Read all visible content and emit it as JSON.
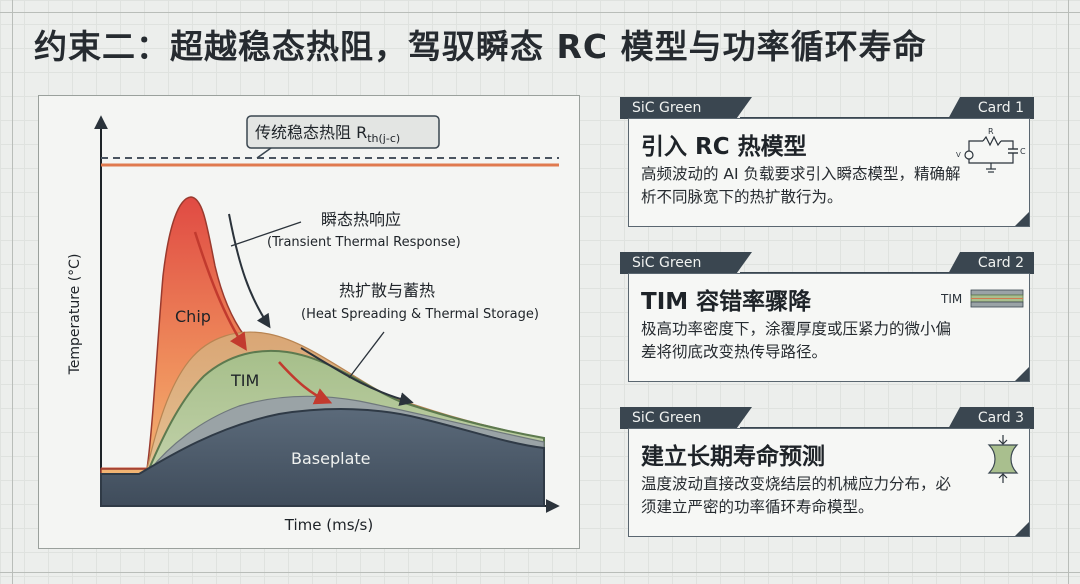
{
  "title": "约束二：超越稳态热阻，驾驭瞬态 RC 模型与功率循环寿命",
  "diagram": {
    "y_axis_label": "Temperature (°C)",
    "x_axis_label": "Time (ms/s)",
    "steady_label_main": "传统稳态热阻 R",
    "steady_label_sub": "th(j-c)",
    "transient_cn": "瞬态热响应",
    "transient_en": "(Transient Thermal Response)",
    "spreading_cn": "热扩散与蓄热",
    "spreading_en": "(Heat Spreading & Thermal Storage)",
    "layer_chip": "Chip",
    "layer_tim": "TIM",
    "layer_baseplate": "Baseplate",
    "colors": {
      "chip": "#e2574a",
      "tim": "#a9bf8e",
      "baseplate": "#4b5a6b",
      "steady_line": "#e07a4f",
      "dashed": "#4a5460"
    }
  },
  "cards": [
    {
      "tag": "SiC Green",
      "card_label": "Card 1",
      "title": "引入 RC 热模型",
      "text": "高频波动的 AI 负载要求引入瞬态模型，精确解析不同脉宽下的热扩散行为。",
      "icon": "rc-circuit-icon",
      "icon_labels": {
        "r": "R",
        "c": "C",
        "v": "V"
      }
    },
    {
      "tag": "SiC Green",
      "card_label": "Card 2",
      "title": "TIM 容错率骤降",
      "text": "极高功率密度下，涂覆厚度或压紧力的微小偏差将彻底改变热传导路径。",
      "icon": "tim-layer-icon",
      "icon_label": "TIM"
    },
    {
      "tag": "SiC Green",
      "card_label": "Card 3",
      "title": "建立长期寿命预测",
      "text": "温度波动直接改变烧结层的机械应力分布，必须建立严密的功率循环寿命模型。",
      "icon": "stress-joint-icon"
    }
  ]
}
